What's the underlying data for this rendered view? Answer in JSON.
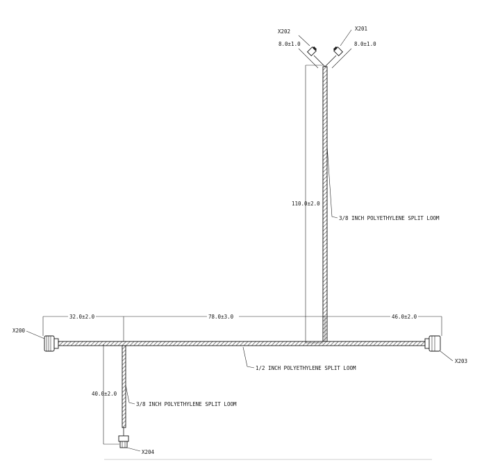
{
  "connectors": {
    "x200": "X200",
    "x201": "X201",
    "x202": "X202",
    "x203": "X203",
    "x204": "X204"
  },
  "dimensions": {
    "x202_length": "8.0±1.0",
    "x201_length": "8.0±1.0",
    "vertical_branch": "110.0±2.0",
    "left_segment": "32.0±2.0",
    "middle_segment": "78.0±3.0",
    "right_segment": "46.0±2.0",
    "lower_branch": "40.0±2.0"
  },
  "looms": {
    "vertical_branch": "3/8 INCH POLYETHYLENE SPLIT LOOM",
    "main_trunk": "1/2 INCH POLYETHYLENE SPLIT LOOM",
    "lower_branch": "3/8 INCH POLYETHYLENE SPLIT LOOM"
  }
}
